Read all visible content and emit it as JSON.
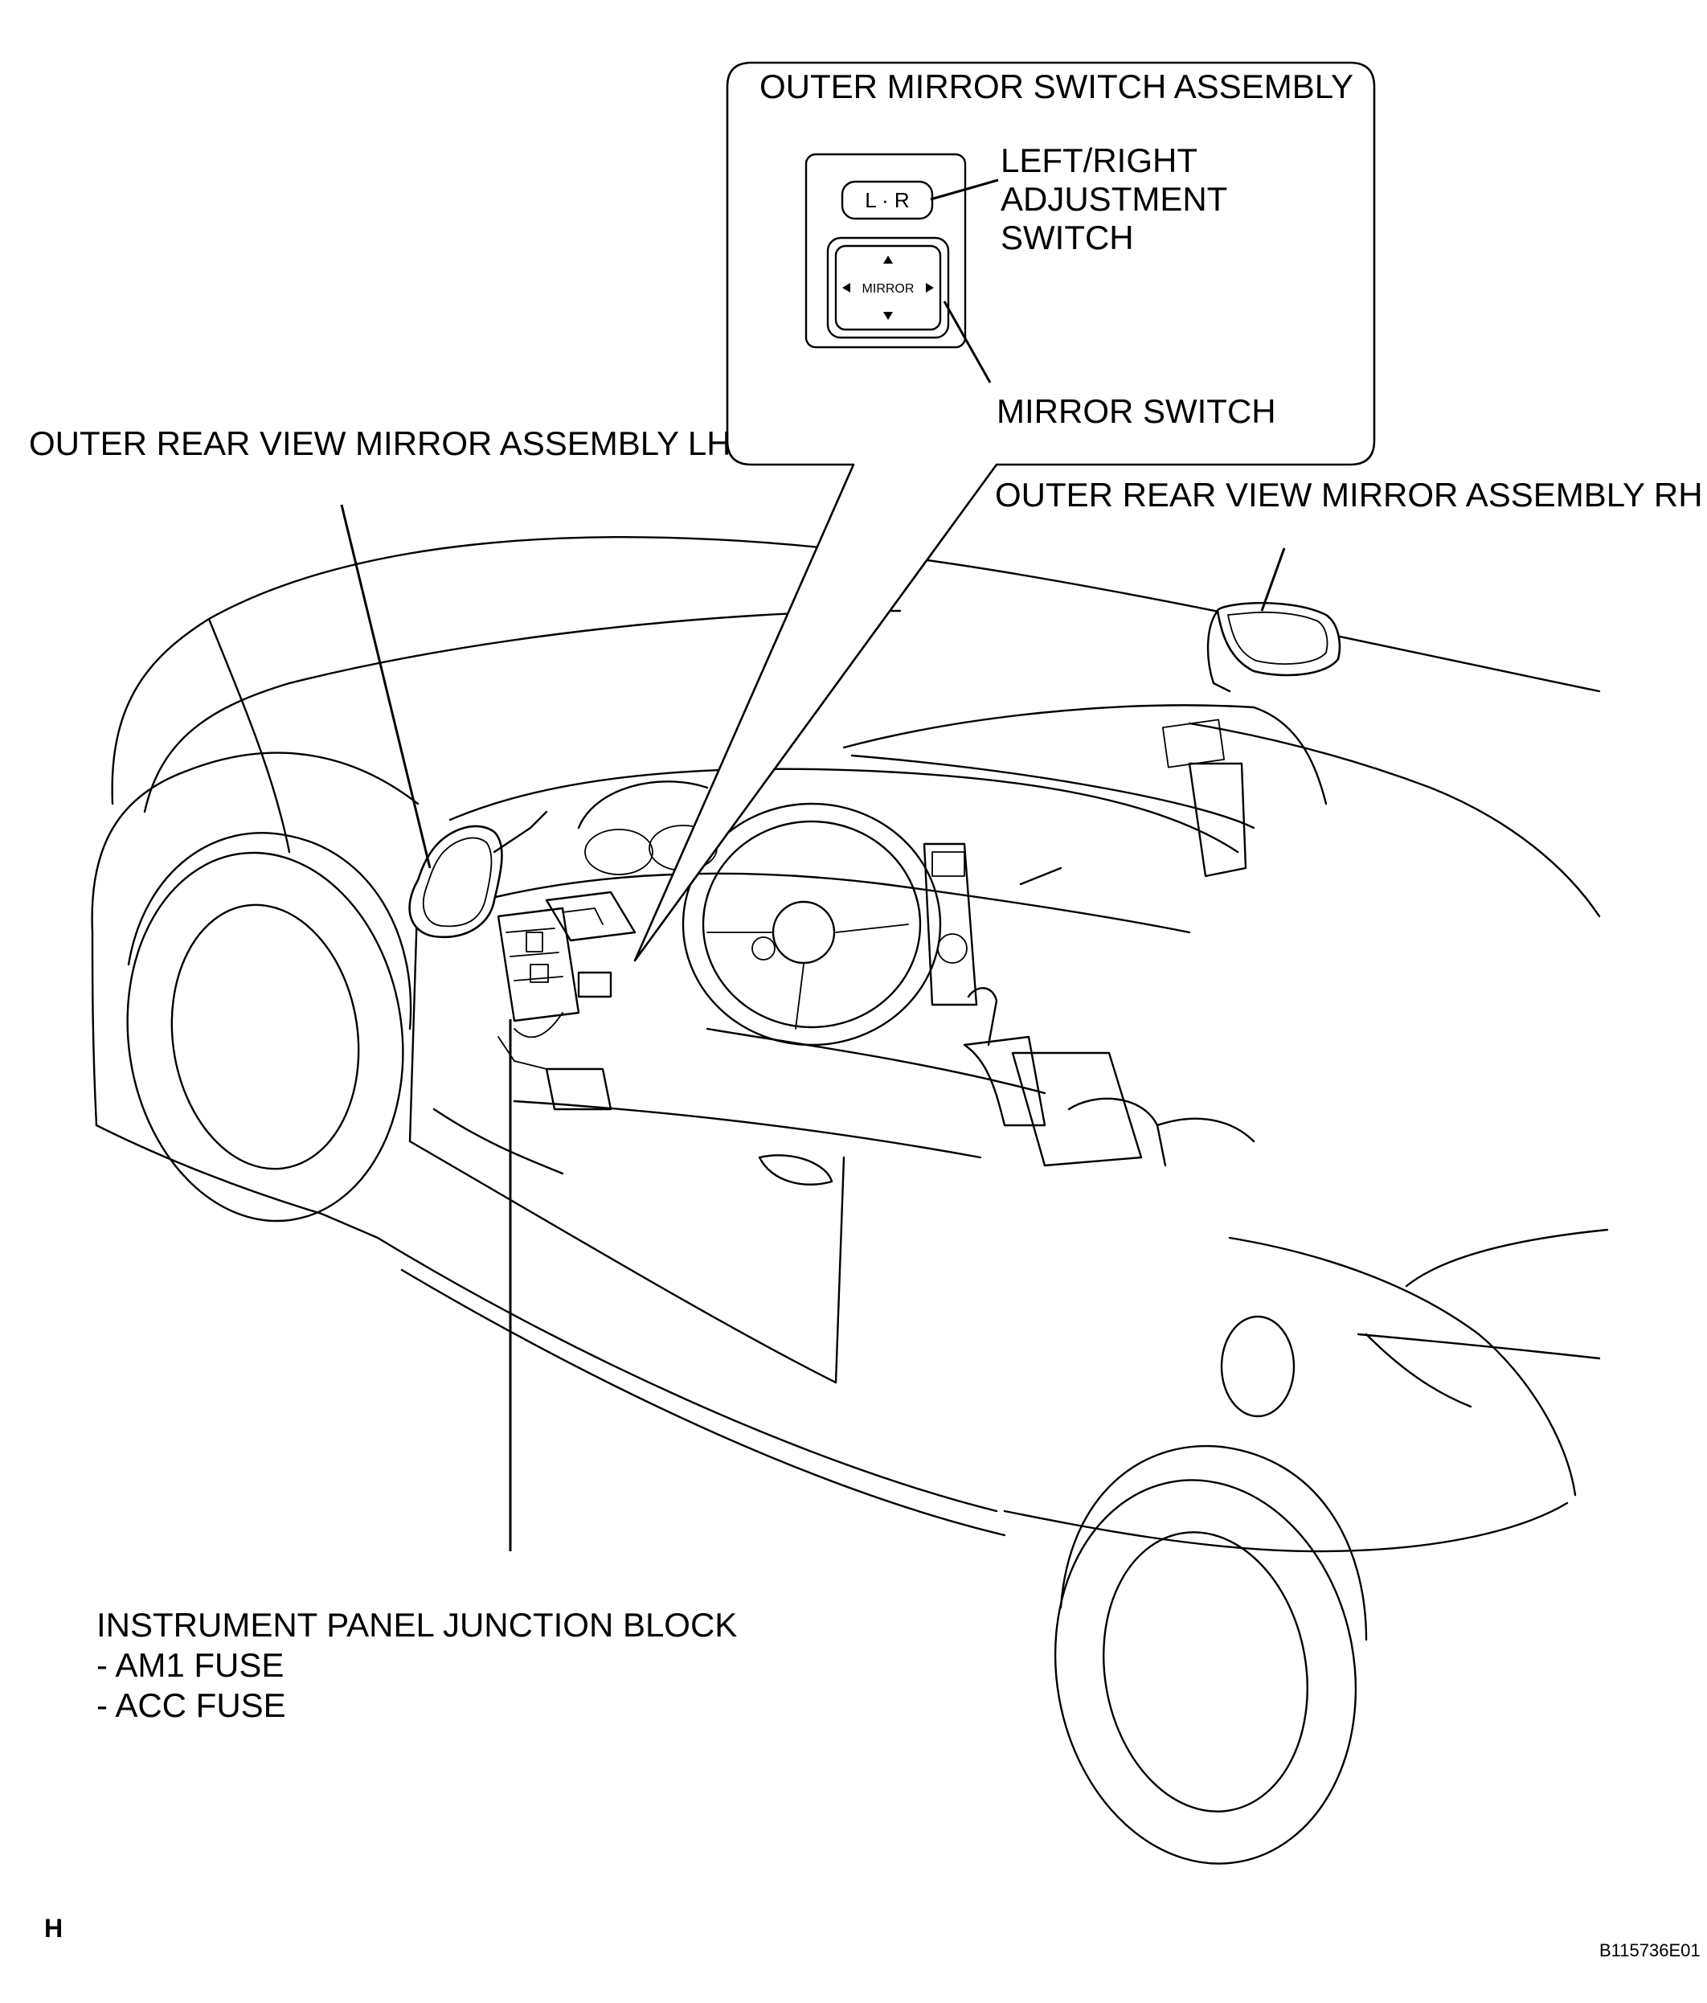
{
  "callout": {
    "title": "OUTER MIRROR SWITCH ASSEMBLY",
    "lr_switch_face": "L · R",
    "mirror_switch_face": "MIRROR",
    "lr_label_lines": [
      "LEFT/RIGHT",
      "ADJUSTMENT",
      "SWITCH"
    ],
    "mirror_switch_label": "MIRROR SWITCH"
  },
  "labels": {
    "mirror_lh": "OUTER REAR VIEW MIRROR ASSEMBLY LH",
    "mirror_rh": "OUTER REAR VIEW MIRROR ASSEMBLY RH",
    "junction_block": [
      "INSTRUMENT PANEL JUNCTION BLOCK",
      "- AM1 FUSE",
      "- ACC FUSE"
    ]
  },
  "footer": {
    "left_mark": "H",
    "figure_code": "B115736E01"
  }
}
